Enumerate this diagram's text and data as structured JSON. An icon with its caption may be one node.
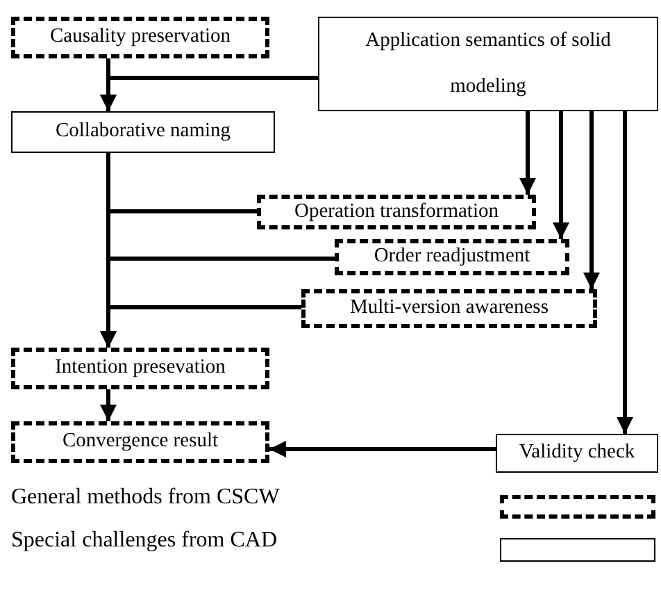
{
  "diagram": {
    "nodes": [
      {
        "text": [
          "Causality preservation"
        ]
      },
      {
        "text": [
          "Application semantics of solid modeling"
        ]
      },
      {
        "text": [
          "Collaborative naming"
        ]
      },
      {
        "text": [
          "Operation transformation"
        ]
      },
      {
        "text": [
          "Order readjustment"
        ]
      },
      {
        "text": [
          "Multi-version awareness"
        ]
      },
      {
        "text": [
          "Intention presevation"
        ]
      },
      {
        "text": [
          "Convergence result"
        ]
      },
      {
        "text": [
          "Validity check"
        ]
      }
    ],
    "edges": [
      {
        "from": 0,
        "to": 2,
        "arrow": "to"
      },
      {
        "from": 1,
        "to": 2,
        "arrow": "to"
      },
      {
        "from": 2,
        "to": 6,
        "arrow": "to"
      },
      {
        "from": 3,
        "to": 6,
        "arrow": "to"
      },
      {
        "from": 4,
        "to": 6,
        "arrow": "to"
      },
      {
        "from": 5,
        "to": 6,
        "arrow": "to"
      },
      {
        "from": 1,
        "to": 3,
        "arrow": "to"
      },
      {
        "from": 1,
        "to": 4,
        "arrow": "to"
      },
      {
        "from": 1,
        "to": 5,
        "arrow": "to"
      },
      {
        "from": 1,
        "to": 8,
        "arrow": "to"
      },
      {
        "from": 6,
        "to": 7,
        "arrow": "to"
      },
      {
        "from": 8,
        "to": 7,
        "arrow": "to"
      }
    ],
    "legend": [
      {
        "text": "General methods from CSCW"
      },
      {
        "text": "Special challenges from CAD"
      }
    ]
  }
}
